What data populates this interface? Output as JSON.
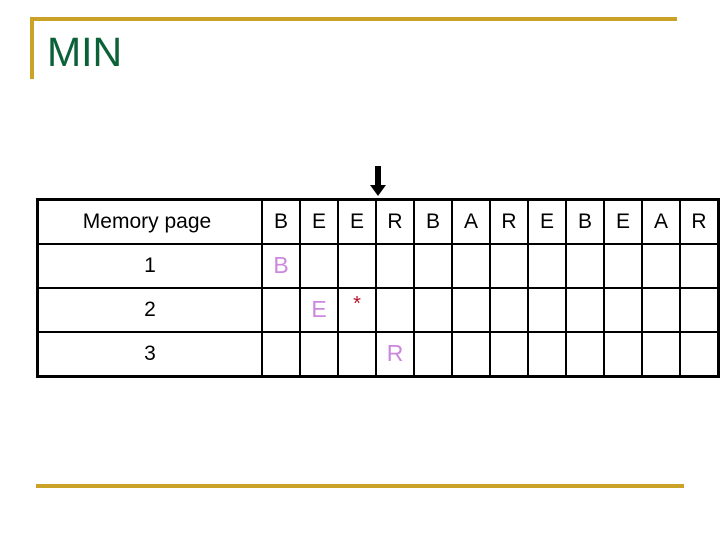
{
  "slide": {
    "title": "MIN",
    "title_color": "#0B6138",
    "accent_color": "#C9A227",
    "page_letter_color": "#CC88DD",
    "fault_color": "#AE1228"
  },
  "table": {
    "header_label": "Memory page",
    "reference_string": [
      "B",
      "E",
      "E",
      "R",
      "B",
      "A",
      "R",
      "E",
      "B",
      "E",
      "A",
      "R"
    ],
    "rows": [
      {
        "label": "1",
        "cells": [
          "B",
          "",
          "",
          "",
          "",
          "",
          "",
          "",
          "",
          "",
          "",
          ""
        ]
      },
      {
        "label": "2",
        "cells": [
          "",
          "E",
          "*",
          "",
          "",
          "",
          "",
          "",
          "",
          "",
          "",
          ""
        ]
      },
      {
        "label": "3",
        "cells": [
          "",
          "",
          "",
          "R",
          "",
          "",
          "",
          "",
          "",
          "",
          "",
          ""
        ]
      }
    ]
  },
  "arrow": {
    "icon": "arrow-down-icon",
    "target_column_index": 3,
    "target_column_letter": "R"
  }
}
